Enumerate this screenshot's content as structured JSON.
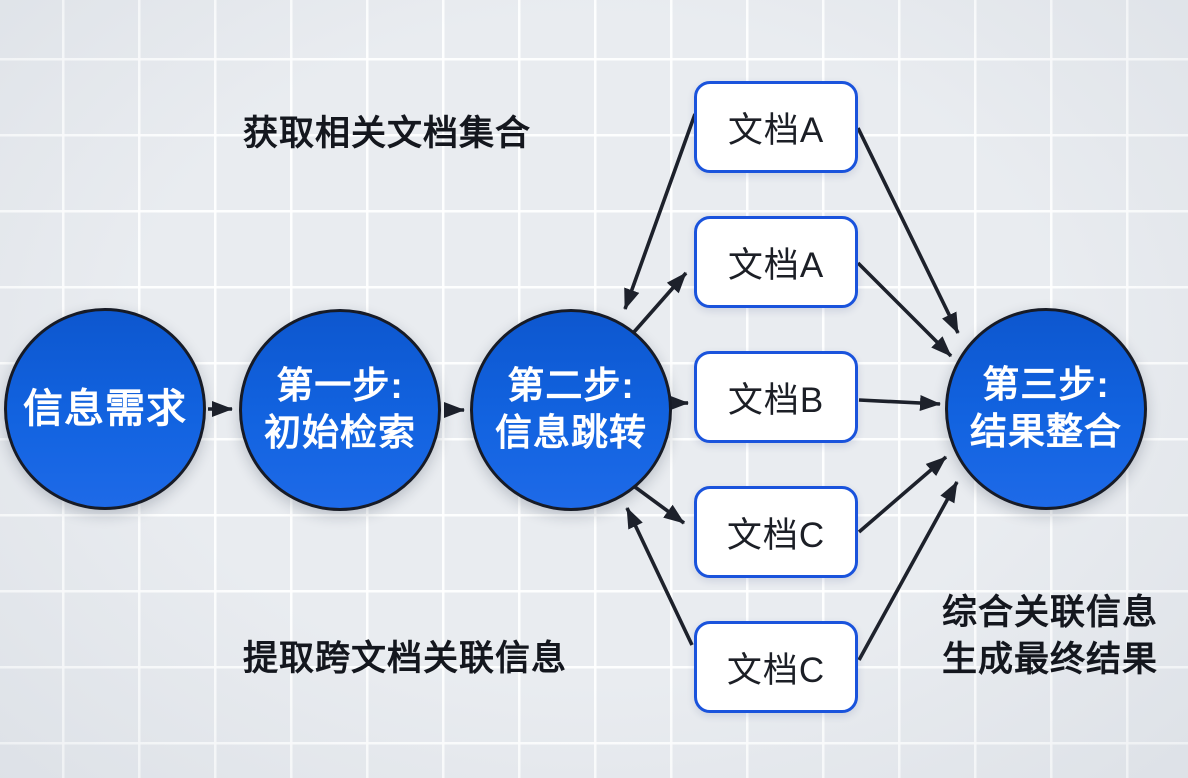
{
  "diagram": {
    "annotations": {
      "top_left": "获取相关文档集合",
      "bottom_left": "提取跨文档关联信息",
      "bottom_right": [
        "综合关联信息",
        "生成最终结果"
      ]
    },
    "nodes": {
      "info_need": {
        "lines": [
          "信息需求"
        ]
      },
      "step1": {
        "lines": [
          "第一步:",
          "初始检索"
        ]
      },
      "step2": {
        "lines": [
          "第二步:",
          "信息跳转"
        ]
      },
      "step3": {
        "lines": [
          "第三步:",
          "结果整合"
        ]
      }
    },
    "documents": [
      {
        "label": "文档A"
      },
      {
        "label": "文档A"
      },
      {
        "label": "文档B"
      },
      {
        "label": "文档C"
      },
      {
        "label": "文档C"
      }
    ],
    "edges": [
      {
        "from": "信息需求",
        "to": "第一步:初始检索"
      },
      {
        "from": "第一步:初始检索",
        "to": "第二步:信息跳转"
      },
      {
        "from": "第二步:信息跳转",
        "to": "文档B"
      },
      {
        "from": "文档A(上1)",
        "to": "第二步:信息跳转"
      },
      {
        "from": "第二步:信息跳转",
        "to": "文档A(上2)"
      },
      {
        "from": "第二步:信息跳转",
        "to": "文档C(下1)"
      },
      {
        "from": "文档C(下2)",
        "to": "第二步:信息跳转"
      },
      {
        "from": "文档A(上1)",
        "to": "第三步:结果整合"
      },
      {
        "from": "文档A(上2)",
        "to": "第三步:结果整合"
      },
      {
        "from": "文档B",
        "to": "第三步:结果整合"
      },
      {
        "from": "文档C(下1)",
        "to": "第三步:结果整合"
      },
      {
        "from": "文档C(下2)",
        "to": "第三步:结果整合"
      }
    ],
    "colors": {
      "node_fill": "#1263e0",
      "node_border": "#171b26",
      "node_text": "#ffffff",
      "doc_fill": "#ffffff",
      "doc_border": "#1a53dc",
      "doc_text": "#1c1f26",
      "arrow": "#1d212b",
      "background": "#e9ecf0",
      "grid_line": "#f8fafc",
      "label_text": "#14171e"
    }
  }
}
